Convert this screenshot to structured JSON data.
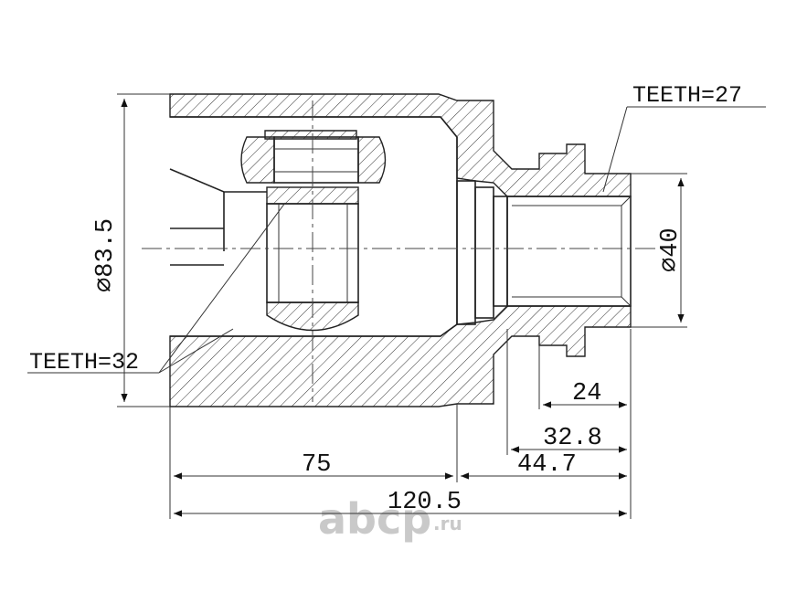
{
  "title": "",
  "labels": {
    "teeth_outer": "TEETH=27",
    "teeth_inner": "TEETH=32"
  },
  "dimensions": {
    "outer_diameter": "⌀83.5",
    "bore_diameter": "⌀40",
    "d24": "24",
    "d32_8": "32.8",
    "d44_7": "44.7",
    "d75": "75",
    "d120_5": "120.5"
  },
  "watermark": {
    "text": "abcp",
    "suffix": ".ru"
  },
  "colors": {
    "line": "#222222",
    "watermark": "#c9c9c9"
  }
}
